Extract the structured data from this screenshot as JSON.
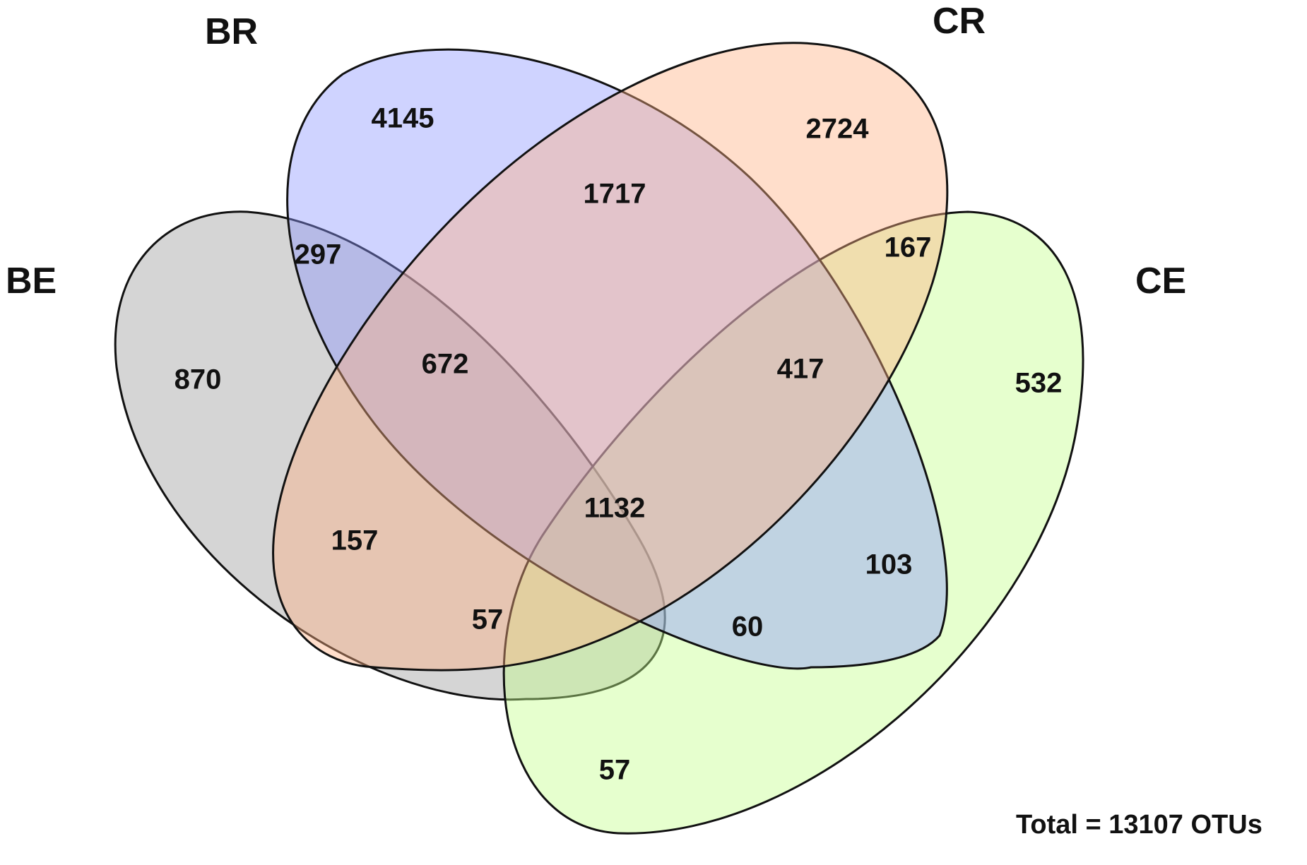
{
  "sets": [
    {
      "key": "BE",
      "label": "BE",
      "color": "#9a9a9a"
    },
    {
      "key": "BR",
      "label": "BR",
      "color": "#8c96ff"
    },
    {
      "key": "CR",
      "label": "CR",
      "color": "#ffb083"
    },
    {
      "key": "CE",
      "label": "CE",
      "color": "#c4ff8a"
    }
  ],
  "regions": [
    {
      "sets": [
        "BR"
      ],
      "count": "4145"
    },
    {
      "sets": [
        "CR"
      ],
      "count": "2724"
    },
    {
      "sets": [
        "BR",
        "CR"
      ],
      "count": "1717"
    },
    {
      "sets": [
        "BE",
        "BR"
      ],
      "count": "297"
    },
    {
      "sets": [
        "CR",
        "CE"
      ],
      "count": "167"
    },
    {
      "sets": [
        "BE"
      ],
      "count": "870"
    },
    {
      "sets": [
        "BE",
        "BR",
        "CR"
      ],
      "count": "672"
    },
    {
      "sets": [
        "BR",
        "CR",
        "CE"
      ],
      "count": "417"
    },
    {
      "sets": [
        "CE"
      ],
      "count": "532"
    },
    {
      "sets": [
        "BE",
        "BR",
        "CR",
        "CE"
      ],
      "count": "1132"
    },
    {
      "sets": [
        "BE",
        "CR"
      ],
      "count": "157"
    },
    {
      "sets": [
        "BR",
        "CE"
      ],
      "count": "103"
    },
    {
      "sets": [
        "BE",
        "CR",
        "CE"
      ],
      "count": "57"
    },
    {
      "sets": [
        "BE",
        "BR",
        "CE"
      ],
      "count": "60"
    },
    {
      "sets": [
        "BE",
        "CE"
      ],
      "count": "57"
    }
  ],
  "total": "Total = 13107 OTUs"
}
